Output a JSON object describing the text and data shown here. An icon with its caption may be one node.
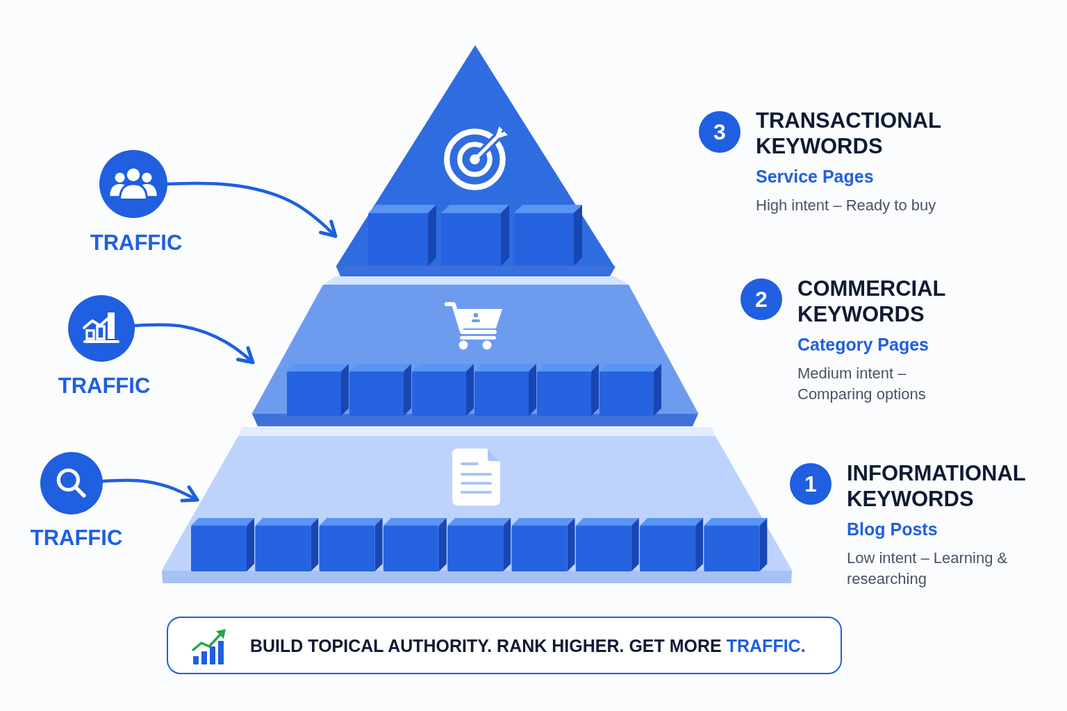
{
  "diagram": {
    "nodes": [
      {
        "text": [],
        "shape": "circle",
        "beside": [
          "TRAFFIC"
        ]
      },
      {
        "text": [],
        "shape": "circle",
        "beside": [
          "TRAFFIC"
        ]
      },
      {
        "text": [],
        "shape": "circle",
        "beside": [
          "TRAFFIC"
        ]
      },
      {
        "text": [],
        "shape": "triangle"
      },
      {
        "text": [],
        "shape": "trapezoid"
      },
      {
        "text": [],
        "shape": "trapezoid"
      },
      {
        "text": [
          "3"
        ],
        "beside": [
          "TRANSACTIONAL KEYWORDS",
          "Service Pages",
          "High intent – Ready to buy"
        ]
      },
      {
        "text": [
          "2"
        ],
        "beside": [
          "COMMERCIAL KEYWORDS",
          "Category Pages",
          "Medium intent – Comparing options"
        ]
      },
      {
        "text": [
          "1"
        ],
        "beside": [
          "INFORMATIONAL KEYWORDS",
          "Blog Posts",
          "Low intent – Learning & researching"
        ]
      },
      {
        "text": [
          "BUILD TOPICAL AUTHORITY. RANK HIGHER. GET MORE",
          "TRAFFIC."
        ]
      }
    ],
    "edges": [
      {
        "from": 0,
        "to": 3,
        "arrow": "to"
      },
      {
        "from": 1,
        "to": 4,
        "arrow": "to"
      },
      {
        "from": 2,
        "to": 5,
        "arrow": "to"
      }
    ]
  }
}
